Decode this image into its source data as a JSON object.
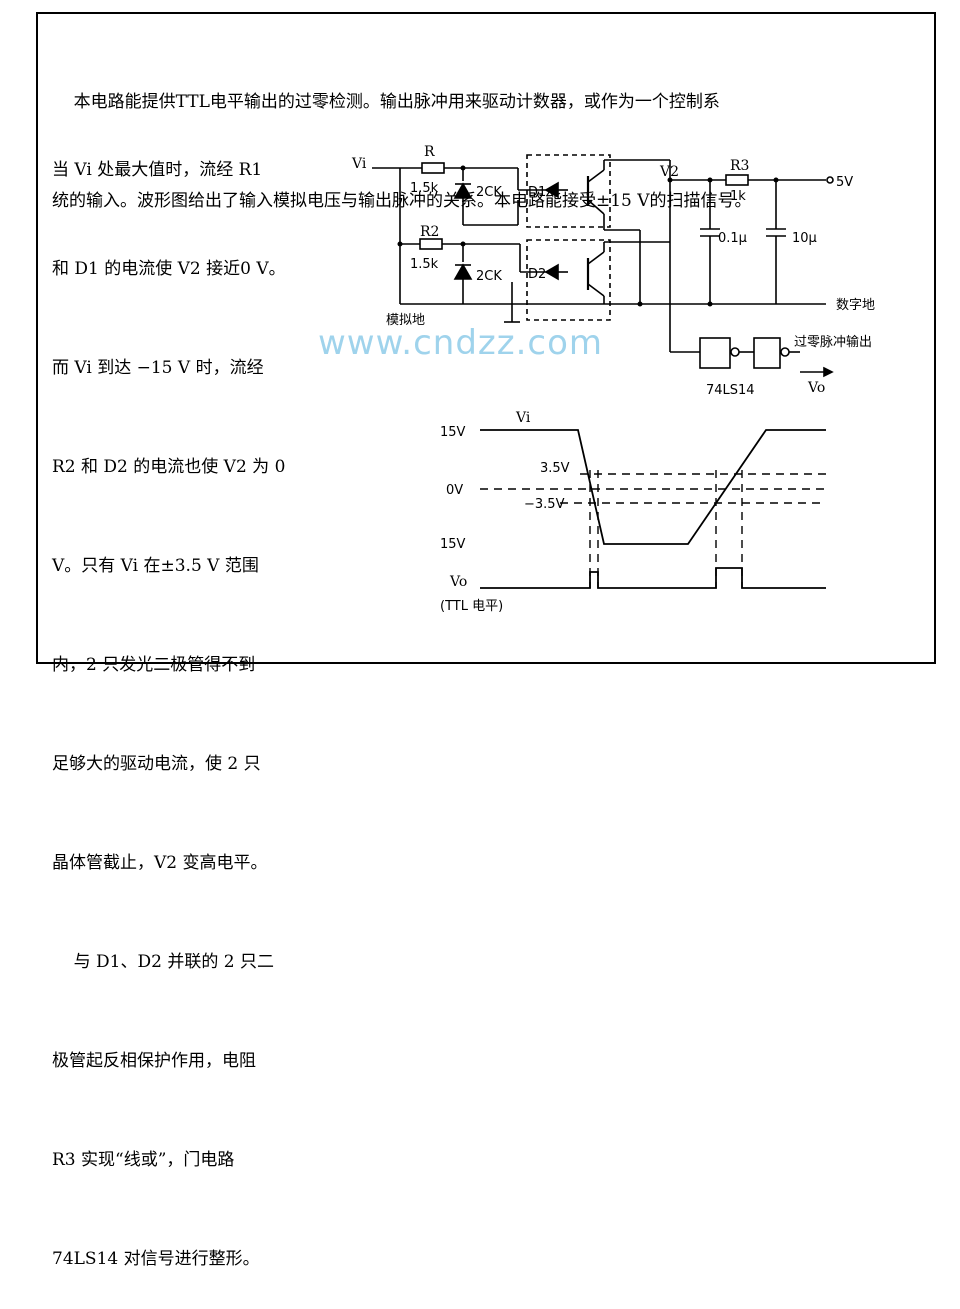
{
  "intro_lines": [
    "    本电路能提供TTL电平输出的过零检测。输出脉冲用来驱动计数器，或作为一个控制系",
    "统的输入。波形图给出了输入模拟电压与输出脉冲的关系。本电路能接受±15 V的扫描信号。"
  ],
  "side_lines": [
    "当 Vi 处最大值时，流经 R1",
    "和 D1 的电流使 V2 接近0 V。",
    "而 Vi 到达 −15 V 时，流经",
    "R2 和 D2 的电流也使 V2 为 0",
    "V。只有 Vi 在±3.5 V 范围",
    "内，2 只发光二极管得不到",
    "足够大的驱动电流，使 2 只",
    "晶体管截止，V2 变高电平。",
    "    与 D1、D2 并联的 2 只二",
    "极管起反相保护作用，电阻",
    "R3 实现“线或”，门电路",
    "74LS14 对信号进行整形。"
  ],
  "circuit": {
    "vi": "Vi",
    "r1": "R",
    "r1_val": "1.5k",
    "r2": "R2",
    "r2_val": "1.5k",
    "diode1": "2CK",
    "diode2": "2CK",
    "led1": "D1",
    "led2": "D2",
    "v2": "V2",
    "r3": "R3",
    "r3_val": "1k",
    "supply": "5V",
    "c1": "0.1μ",
    "c2": "10μ",
    "digital_ground": "数字地",
    "analog_ground": "模拟地",
    "output_label": "过零脉冲输出",
    "vo": "Vo",
    "gate": "74LS14"
  },
  "waveform": {
    "vi_label": "Vi",
    "y15": "15V",
    "y0": "0V",
    "yn15": "15V",
    "pos35": "3.5V",
    "neg35": "−3.5V",
    "vo_label": "Vo",
    "ttl": "(TTL 电平)"
  },
  "watermark": "www.cndzz.com"
}
